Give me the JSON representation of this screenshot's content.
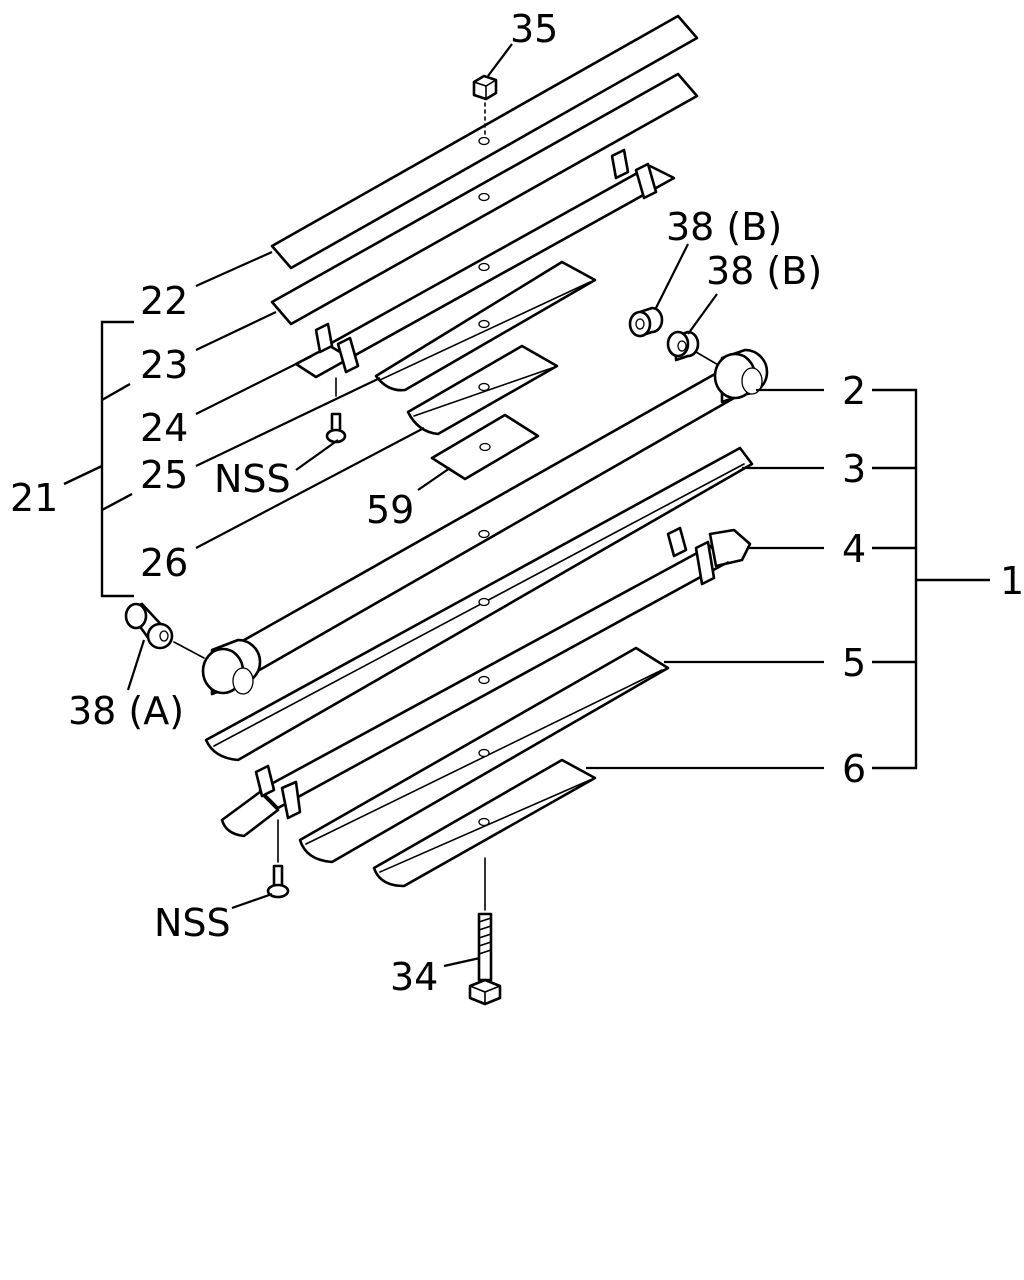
{
  "callouts": {
    "c35": "35",
    "c38b_1": "38 (B)",
    "c38b_2": "38 (B)",
    "c22": "22",
    "c23": "23",
    "c24": "24",
    "c25": "25",
    "c21": "21",
    "c26": "26",
    "nss_top": "NSS",
    "c59": "59",
    "c2": "2",
    "c3": "3",
    "c4": "4",
    "c1": "1",
    "c5": "5",
    "c6": "6",
    "c38a": "38 (A)",
    "nss_bottom": "NSS",
    "c34": "34"
  }
}
